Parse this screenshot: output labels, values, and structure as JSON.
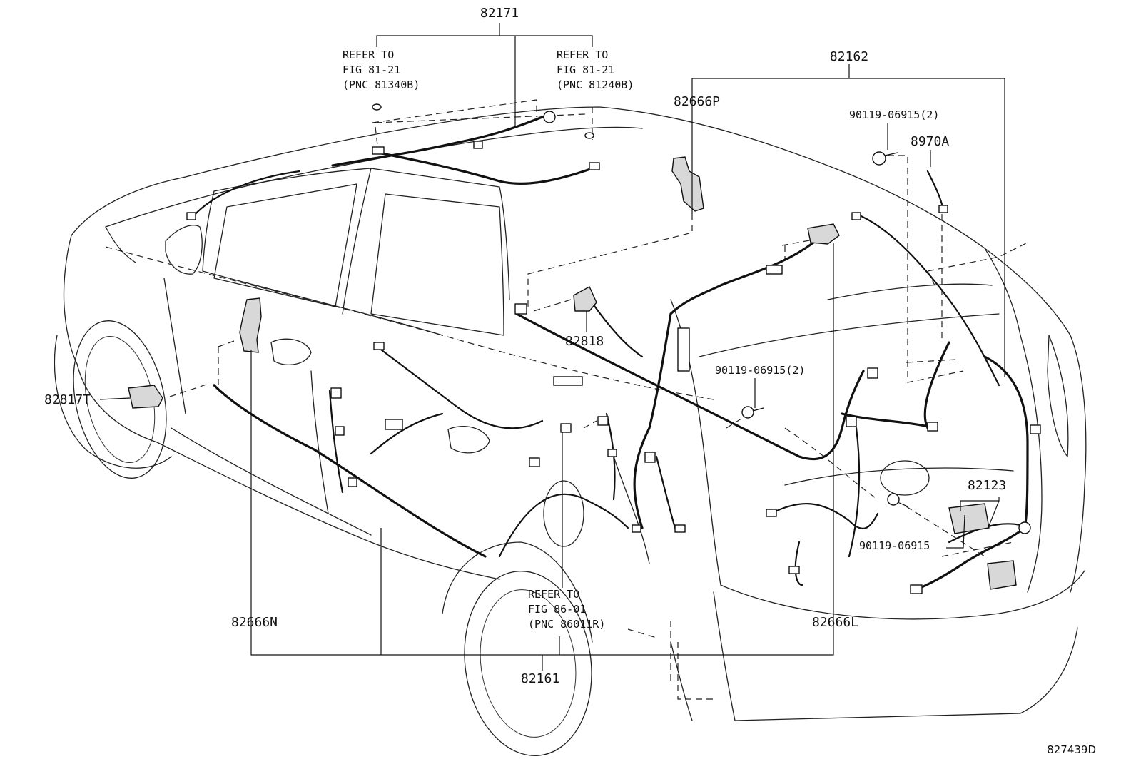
{
  "figure_code": "827439D",
  "labels": {
    "p82171": "82171",
    "p82162": "82162",
    "p82666P": "82666P",
    "p90119_top": "90119-06915(2)",
    "p8970A": "8970A",
    "p82818": "82818",
    "p90119_mid": "90119-06915(2)",
    "p82817T": "82817T",
    "p82123": "82123",
    "p90119_bot": "90119-06915",
    "p82666N": "82666N",
    "p82666L": "82666L",
    "p82161": "82161"
  },
  "refs": {
    "left": [
      "REFER TO",
      "FIG 81-21",
      "(PNC 81340B)"
    ],
    "right": [
      "REFER TO",
      "FIG 81-21",
      "(PNC 81240B)"
    ],
    "bottom": [
      "REFER TO",
      "FIG 86-01",
      "(PNC 86011R)"
    ]
  }
}
